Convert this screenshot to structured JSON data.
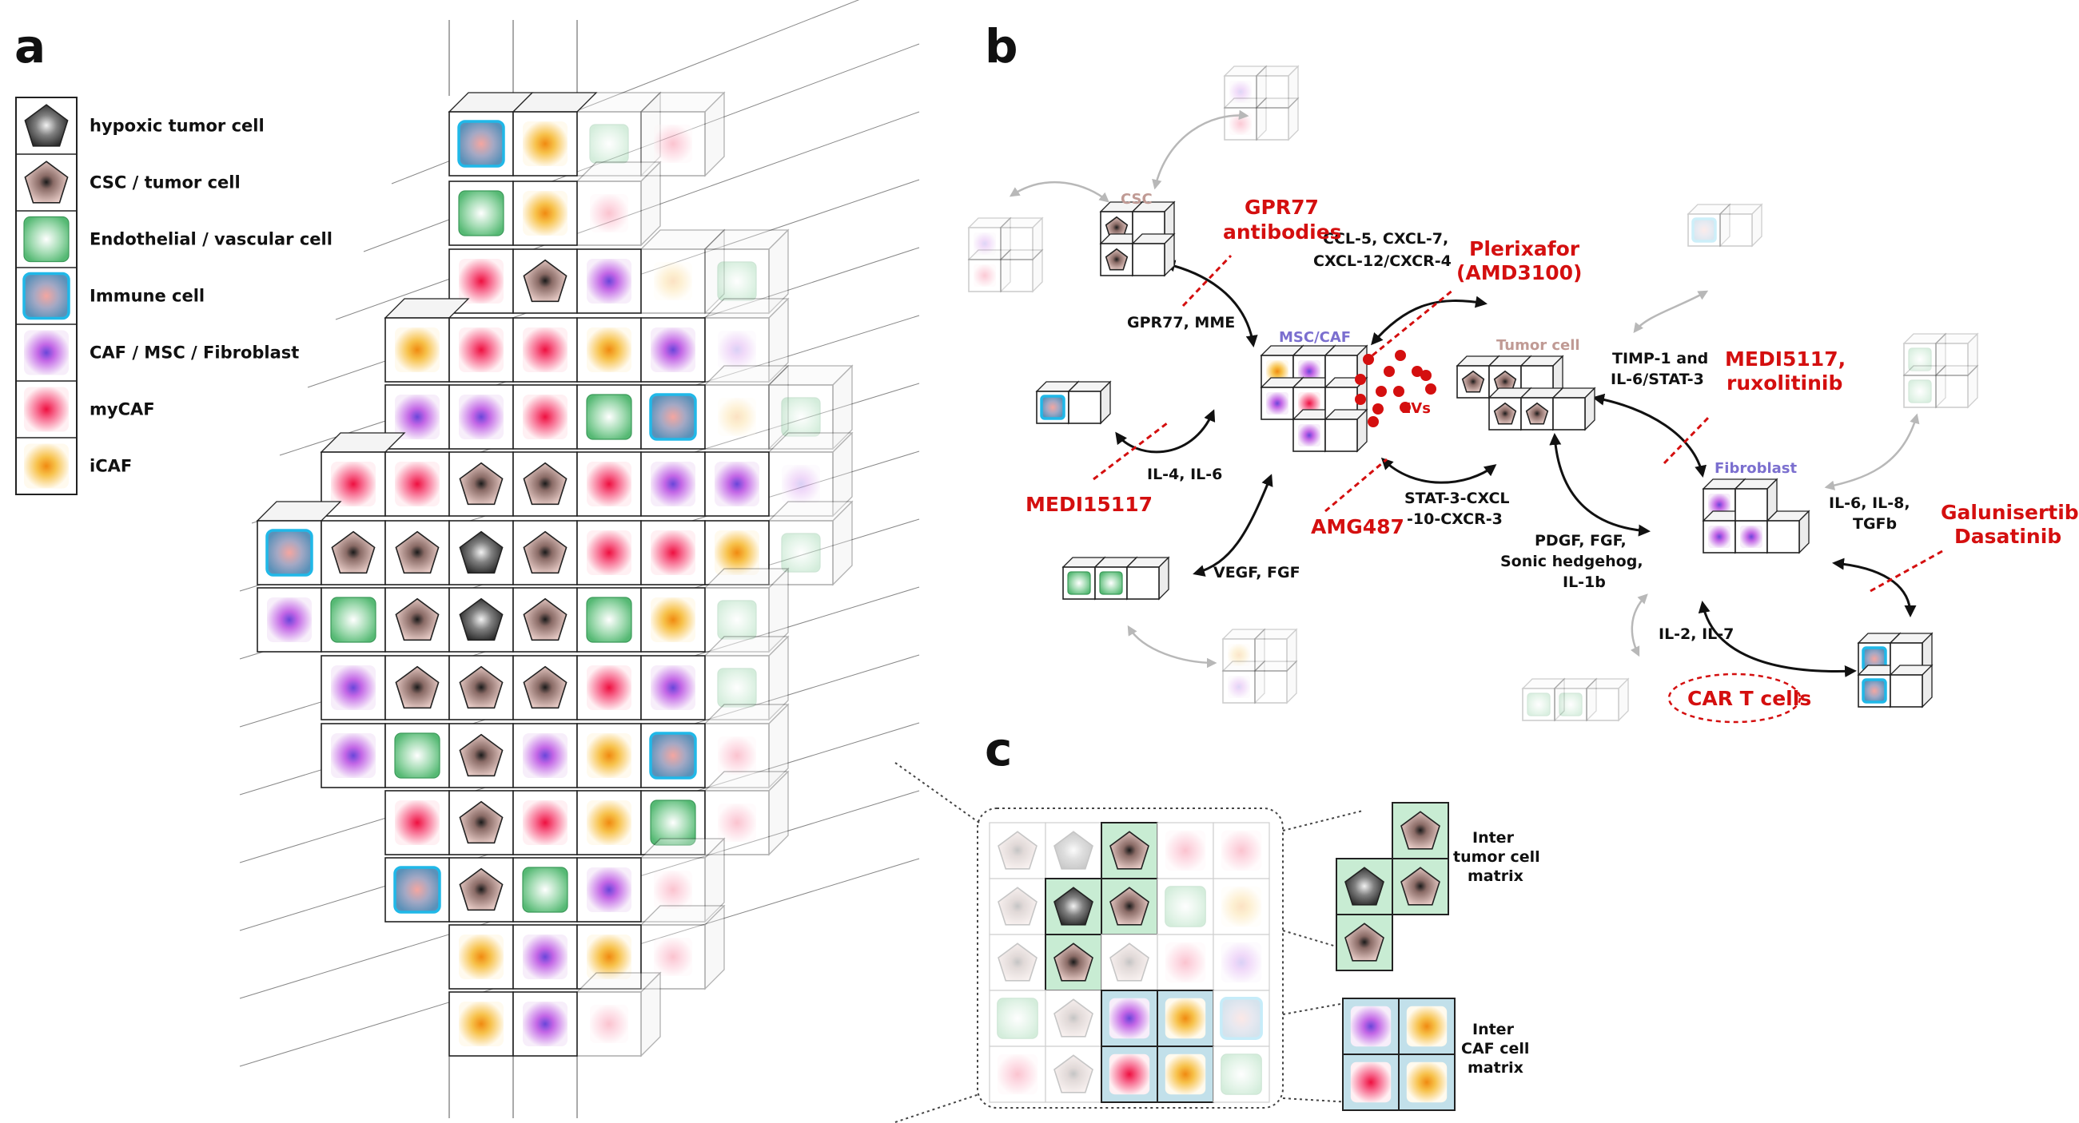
{
  "colors": {
    "hypoxic": "#3a3a3a",
    "csc": "#b9908a",
    "endothelial": "#6fc58a",
    "immune": "#20b8e8",
    "caf": "#a56ad9",
    "mycaf": "#f0215a",
    "icaf": "#f0a81c",
    "drug": "#d40f0f",
    "msc_label": "#7b6fcf",
    "tumor_label": "#c09a94"
  },
  "panels": {
    "a": "a",
    "b": "b",
    "c": "c"
  },
  "legend": [
    {
      "type": "hypoxic",
      "label": "hypoxic tumor cell"
    },
    {
      "type": "csc",
      "label": "CSC /  tumor cell"
    },
    {
      "type": "endothelial",
      "label": "Endothelial / vascular cell"
    },
    {
      "type": "immune",
      "label": "Immune cell"
    },
    {
      "type": "caf",
      "label": "CAF / MSC / Fibroblast"
    },
    {
      "type": "mycaf",
      "label": "myCAF"
    },
    {
      "type": "icaf",
      "label": "iCAF"
    }
  ],
  "panel_b": {
    "cell_labels": {
      "csc": "CSC",
      "msc_caf": "MSC/CAF",
      "tumor_cell": "Tumor cell",
      "fibroblast": "Fibroblast",
      "evs": "EVs"
    },
    "signals": {
      "gpr77_mme": "GPR77, MME",
      "ccl_1": "CCL-5, CXCL-7,",
      "ccl_2": "CXCL-12/CXCR-4",
      "il4_il6": "IL-4, IL-6",
      "vegf_fgf": "VEGF, FGF",
      "stat3_1": "STAT-3-CXCL",
      "stat3_2": "-10-CXCR-3",
      "timp_1": "TIMP-1 and",
      "timp_2": "IL-6/STAT-3",
      "pdgf_1": "PDGF, FGF,",
      "pdgf_2": "Sonic hedgehog,",
      "pdgf_3": "IL-1b",
      "il6_1": "IL-6, IL-8,",
      "il6_2": "TGFb",
      "il2_il7": "IL-2, IL-7"
    },
    "drugs": {
      "gpr77_1": "GPR77",
      "gpr77_2": "antibodies",
      "plerixafor_1": "Plerixafor",
      "plerixafor_2": "(AMD3100)",
      "medi15117": "MEDI15117",
      "amg487": "AMG487",
      "medi5117_1": "MEDI5117,",
      "medi5117_2": "ruxolitinib",
      "galunisertib_1": "Galunisertib,",
      "galunisertib_2": "Dasatinib",
      "car_t": "CAR T cells"
    }
  },
  "panel_c": {
    "tumor_matrix_1": "Inter",
    "tumor_matrix_2": "tumor cell",
    "tumor_matrix_3": "matrix",
    "caf_matrix_1": "Inter",
    "caf_matrix_2": "CAF cell",
    "caf_matrix_3": "matrix"
  }
}
